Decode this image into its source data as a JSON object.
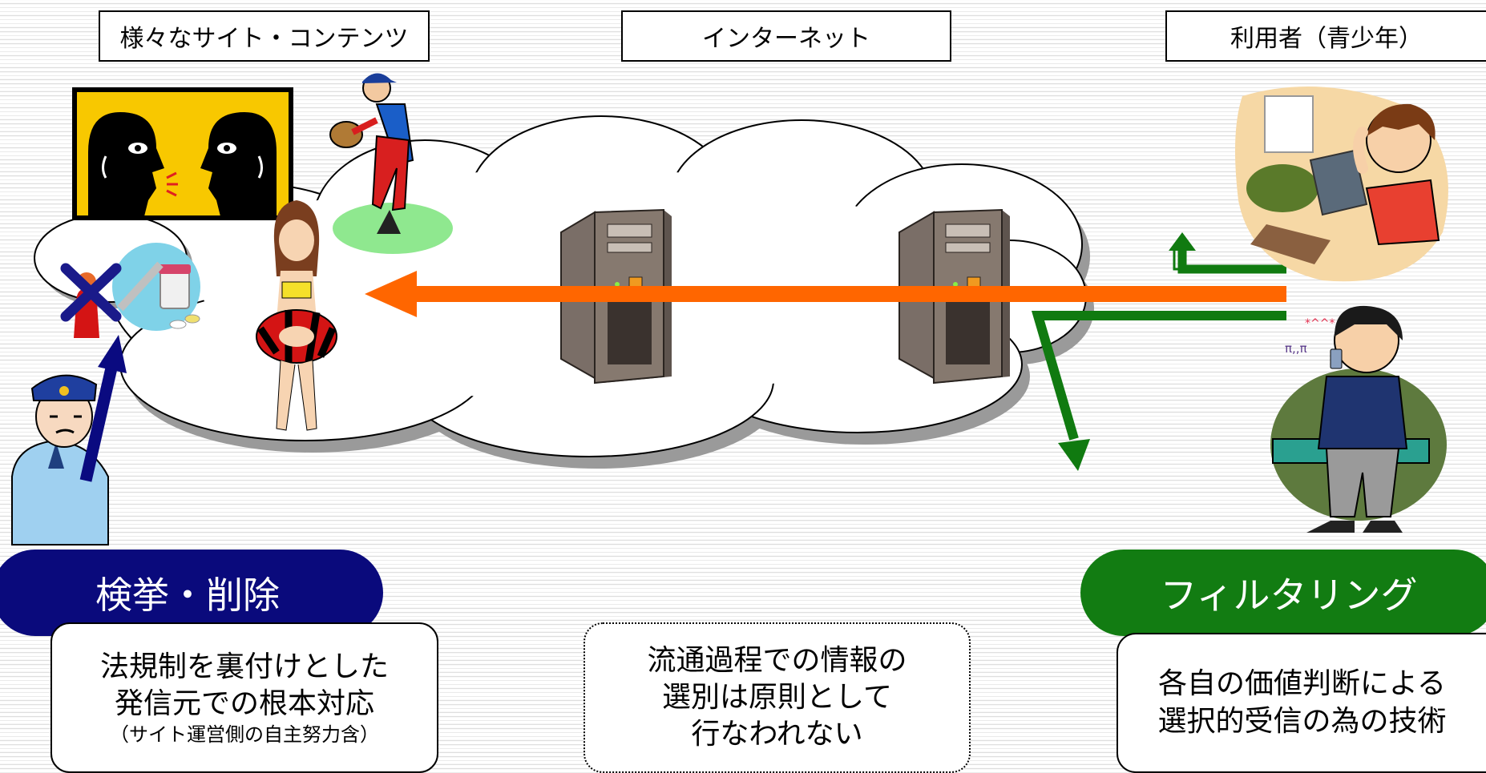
{
  "headers": {
    "sites": "様々なサイト・コンテンツ",
    "internet": "インターネット",
    "users": "利用者（青少年）"
  },
  "actions": {
    "arrest": "検挙・削除",
    "filtering": "フィルタリング"
  },
  "notes": {
    "left": {
      "line1": "法規制を裏付けとした",
      "line2": "発信元での根本対応",
      "line3": "（サイト運営側の自主努力含）"
    },
    "center": {
      "line1": "流通過程での情報の",
      "line2": "選別は原則として",
      "line3": "行なわれない"
    },
    "right": {
      "line1": "各自の価値判断による",
      "line2": "選択的受信の為の技術"
    }
  },
  "illustrations": {
    "teen_user": {
      "speech_mark": "*^^*"
    },
    "phone_user": {
      "speech_mark": "π,,π"
    }
  },
  "colors": {
    "request_arrow": "#ff6600",
    "filter_arrow": "#107a10",
    "filter_pill": "#127c12",
    "arrest_arrow": "#0a0a80",
    "arrest_pill": "#0a0a7c",
    "x_mark": "#1a1a8a",
    "cloud": "#ffffff",
    "cloud_shadow": "#9a9a9a",
    "server": "#7a6e67"
  }
}
